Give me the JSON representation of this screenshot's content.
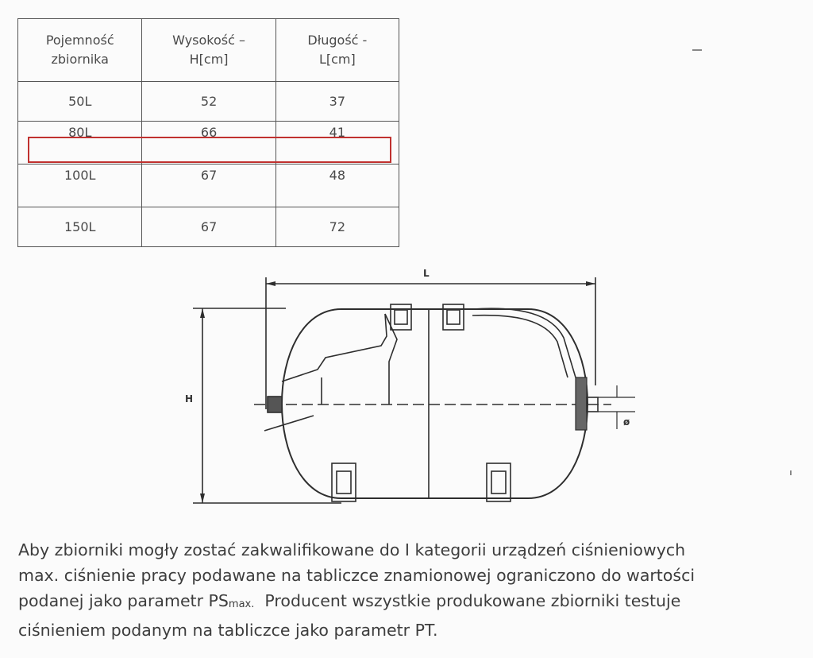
{
  "table": {
    "headers": [
      [
        "Pojemność",
        "zbiornika"
      ],
      [
        "Wysokość –",
        "H[cm]"
      ],
      [
        "Długość  -",
        "L[cm]"
      ]
    ],
    "rows": [
      [
        "50L",
        "52",
        "37"
      ],
      [
        "80L",
        "66",
        "41"
      ],
      [
        "100L",
        "67",
        "48"
      ],
      [
        "150L",
        "67",
        "72"
      ]
    ],
    "highlighted_row": "80L",
    "highlight_color": "#c0312f"
  },
  "diagram": {
    "label_length": "L",
    "label_height": "H",
    "label_diameter": "ø"
  },
  "paragraph": {
    "line1": "Aby zbiorniki mogły zostać zakwalifikowane do I kategorii urządzeń ciśnieniowych",
    "line2": "max. ciśnienie pracy podawane na tabliczce znamionowej ograniczono do wartości",
    "line3_start": "podanej jako parametr PS",
    "line3_sub": "max.",
    "line3_end": "  Producent wszystkie produkowane zbiorniki testuje",
    "line4": "ciśnieniem podanym na tabliczce jako parametr PT."
  }
}
